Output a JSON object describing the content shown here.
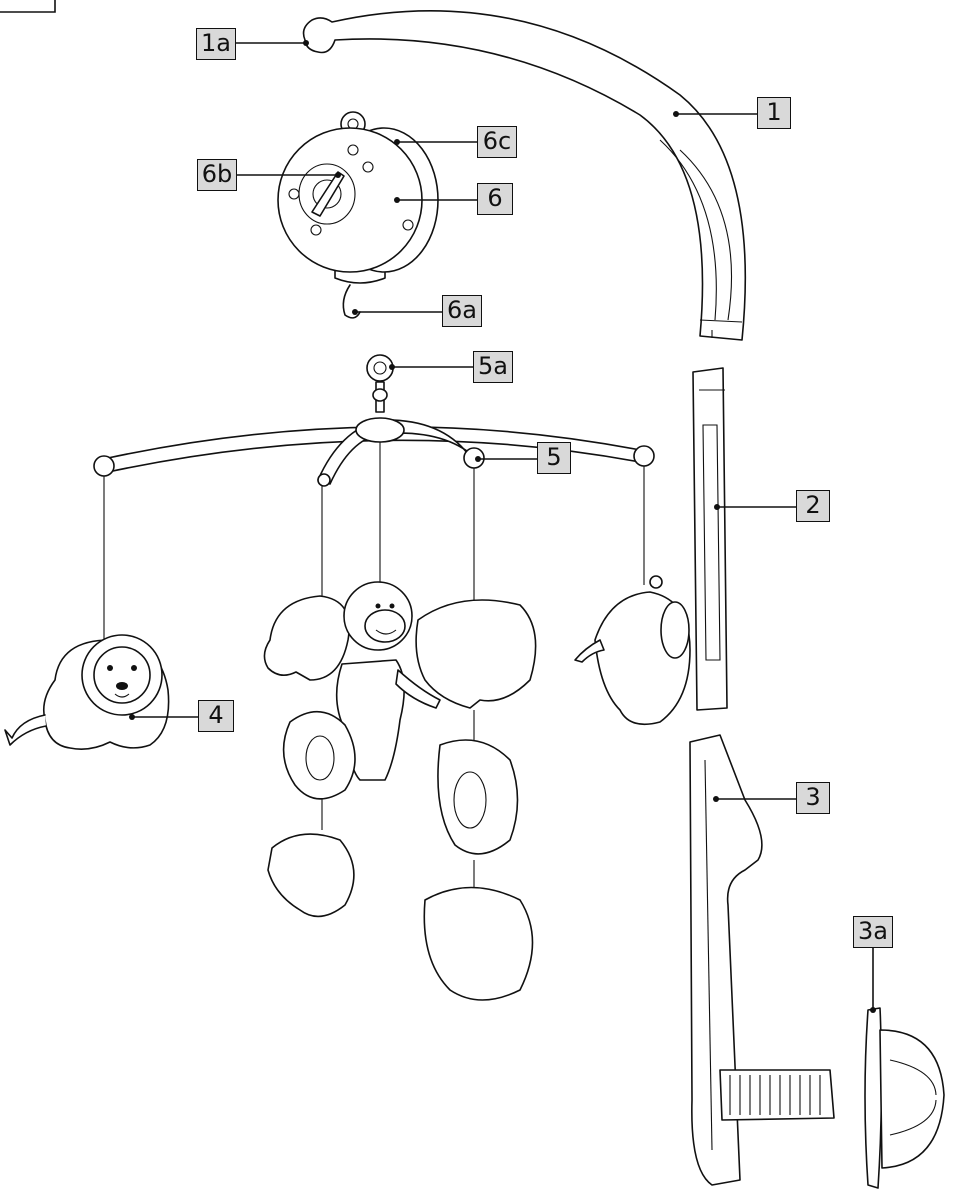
{
  "labels": {
    "l1a": "1a",
    "l1": "1",
    "l6c": "6c",
    "l6b": "6b",
    "l6": "6",
    "l6a": "6a",
    "l5a": "5a",
    "l5": "5",
    "l2": "2",
    "l4": "4",
    "l3": "3",
    "l3a": "3a"
  },
  "colors": {
    "label_fill": "#d9d9d9",
    "line": "#111111"
  }
}
